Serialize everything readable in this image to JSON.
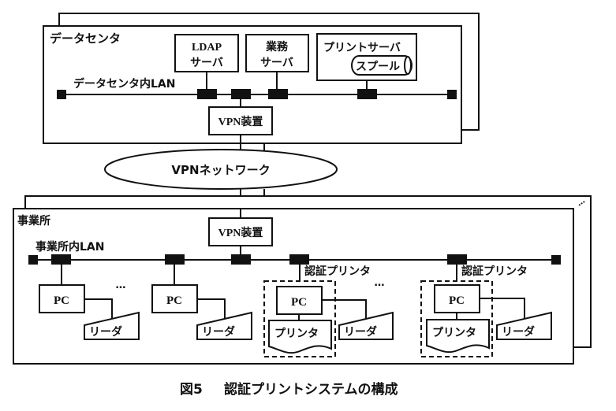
{
  "datacenter": {
    "title": "データセンタ",
    "lan_label": "データセンタ内LAN",
    "ldap_server": [
      "LDAP",
      "サーバ"
    ],
    "business_server": [
      "業務",
      "サーバ"
    ],
    "print_server": "プリントサーバ",
    "spool": "スプール",
    "vpn_device": "VPN装置"
  },
  "network": {
    "vpn_network": "VPNネットワーク",
    "ellipsis": "…"
  },
  "office": {
    "title": "事業所",
    "lan_label": "事業所内LAN",
    "vpn_device": "VPN装置",
    "pc_label": "PC",
    "reader_label": "リーダ",
    "printer_label": "プリンタ",
    "auth_printer_label": "認証プリンタ",
    "ellipsis": "…"
  },
  "caption": {
    "figure_number": "図5",
    "title": "認証プリントシステムの構成"
  }
}
